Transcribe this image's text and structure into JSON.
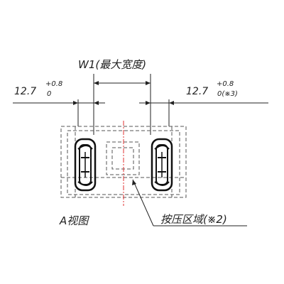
{
  "labels": {
    "width_label": "W1(最大宽度)",
    "left_dim_base": "12.7",
    "left_dim_upper": "+0.8",
    "left_dim_lower": "0",
    "right_dim_base": "12.7",
    "right_dim_upper": "+0.8",
    "right_dim_lower": "0(※3)",
    "view_label": "A视图",
    "press_area_label": "按压区域(※2)"
  },
  "colors": {
    "line": "#222222",
    "centerline": "#e03030",
    "hidden": "#555555"
  }
}
